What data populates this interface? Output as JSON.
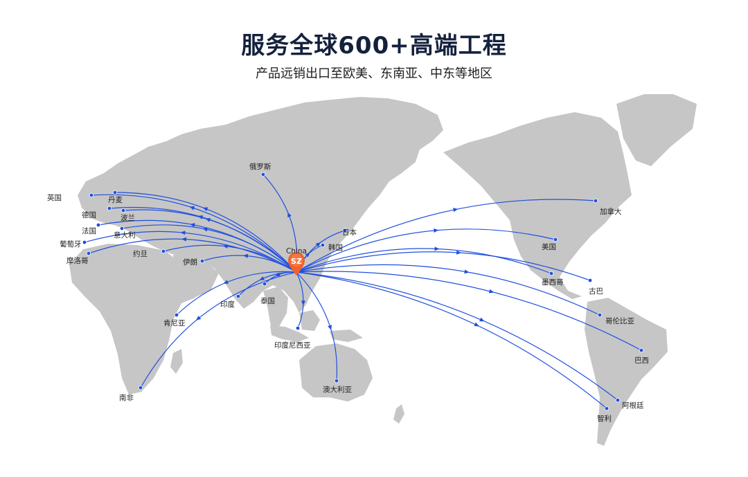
{
  "header": {
    "title": "服务全球600+高端工程",
    "subtitle": "产品远销出口至欧美、东南亚、中东等地区"
  },
  "hub": {
    "badge": "SZ",
    "label": "China"
  },
  "colors": {
    "route": "#1f4fe0",
    "land": "#c6c6c6",
    "pin": "#f0622a",
    "title": "#14213d"
  },
  "destinations": [
    {
      "id": "uk",
      "name": "英国"
    },
    {
      "id": "denmark",
      "name": "丹麦"
    },
    {
      "id": "germany",
      "name": "德国"
    },
    {
      "id": "poland",
      "name": "波兰"
    },
    {
      "id": "france",
      "name": "法国"
    },
    {
      "id": "italy",
      "name": "意大利"
    },
    {
      "id": "portugal",
      "name": "葡萄牙"
    },
    {
      "id": "morocco",
      "name": "摩洛哥"
    },
    {
      "id": "jordan",
      "name": "约旦"
    },
    {
      "id": "iran",
      "name": "伊朗"
    },
    {
      "id": "russia",
      "name": "俄罗斯"
    },
    {
      "id": "japan",
      "name": "日本"
    },
    {
      "id": "korea",
      "name": "韩国"
    },
    {
      "id": "india",
      "name": "印度"
    },
    {
      "id": "thailand",
      "name": "泰国"
    },
    {
      "id": "kenya",
      "name": "肯尼亚"
    },
    {
      "id": "indonesia",
      "name": "印度尼西亚"
    },
    {
      "id": "australia",
      "name": "澳大利亚"
    },
    {
      "id": "south-africa",
      "name": "南非"
    },
    {
      "id": "canada",
      "name": "加拿大"
    },
    {
      "id": "usa",
      "name": "美国"
    },
    {
      "id": "mexico",
      "name": "墨西哥"
    },
    {
      "id": "cuba",
      "name": "古巴"
    },
    {
      "id": "colombia",
      "name": "哥伦比亚"
    },
    {
      "id": "brazil",
      "name": "巴西"
    },
    {
      "id": "argentina",
      "name": "阿根廷"
    },
    {
      "id": "chile",
      "name": "智利"
    }
  ]
}
